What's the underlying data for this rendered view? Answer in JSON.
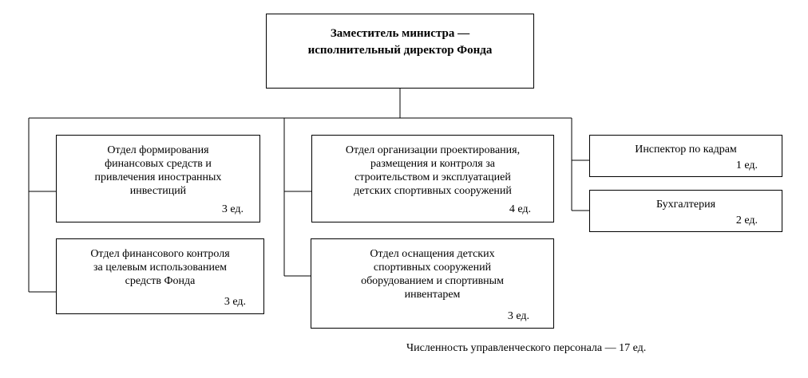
{
  "head": {
    "title": "Заместитель министра —\nисполнительный директор Фонда"
  },
  "departments": [
    {
      "title": "Отдел формирования\nфинансовых средств и\nпривлечения иностранных\nинвестиций",
      "count": "3 ед."
    },
    {
      "title": "Отдел финансового контроля\nза целевым использованием\nсредств Фонда",
      "count": "3 ед."
    },
    {
      "title": "Отдел организации проектирования,\nразмещения и контроля за\nстроительством и эксплуатацией\nдетских спортивных сооружений",
      "count": "4 ед."
    },
    {
      "title": "Отдел оснащения детских\nспортивных сооружений\nоборудованием и спортивным\nинвентарем",
      "count": "3 ед."
    },
    {
      "title": "Инспектор по кадрам",
      "count": "1 ед."
    },
    {
      "title": "Бухгалтерия",
      "count": "2 ед."
    }
  ],
  "footnote": "Численность управленческого персонала — 17 ед."
}
